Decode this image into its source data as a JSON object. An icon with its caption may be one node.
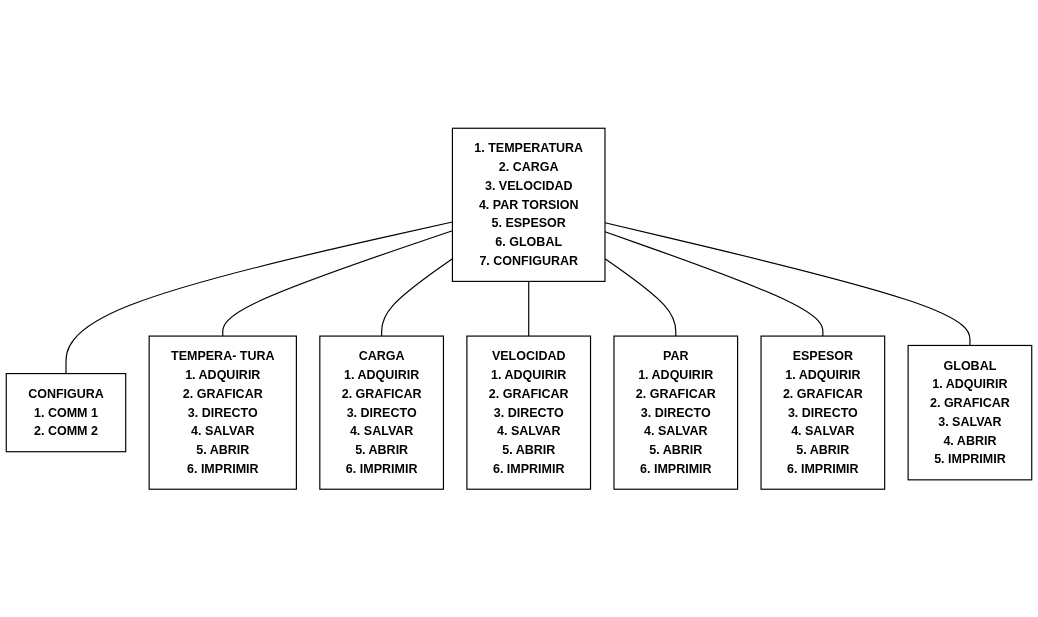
{
  "diagram": {
    "nodes": [
      {
        "text": [
          "1. TEMPERATURA",
          "2. CARGA",
          "3. VELOCIDAD",
          "4. PAR TORSION",
          "5. ESPESOR",
          "6. GLOBAL",
          "7. CONFIGURAR"
        ]
      },
      {
        "text": [
          "CONFIGURA",
          "1. COMM 1",
          "2. COMM 2"
        ]
      },
      {
        "text": [
          "TEMPERA- TURA",
          "1. ADQUIRIR",
          "2. GRAFICAR",
          "3. DIRECTO",
          "4. SALVAR",
          "5. ABRIR",
          "6. IMPRIMIR"
        ]
      },
      {
        "text": [
          "CARGA",
          "1. ADQUIRIR",
          "2. GRAFICAR",
          "3. DIRECTO",
          "4. SALVAR",
          "5. ABRIR",
          "6. IMPRIMIR"
        ]
      },
      {
        "text": [
          "VELOCIDAD",
          "1. ADQUIRIR",
          "2. GRAFICAR",
          "3. DIRECTO",
          "4. SALVAR",
          "5. ABRIR",
          "6. IMPRIMIR"
        ]
      },
      {
        "text": [
          "PAR",
          "1. ADQUIRIR",
          "2. GRAFICAR",
          "3. DIRECTO",
          "4. SALVAR",
          "5. ABRIR",
          "6. IMPRIMIR"
        ]
      },
      {
        "text": [
          "ESPESOR",
          "1. ADQUIRIR",
          "2. GRAFICAR",
          "3. DIRECTO",
          "4. SALVAR",
          "5. ABRIR",
          "6. IMPRIMIR"
        ]
      },
      {
        "text": [
          "GLOBAL",
          "1. ADQUIRIR",
          "2. GRAFICAR",
          "3. SALVAR",
          "4. ABRIR",
          "5. IMPRIMIR"
        ]
      }
    ],
    "edges": [
      {
        "from": 0,
        "to": 1,
        "arrow": "none"
      },
      {
        "from": 0,
        "to": 2,
        "arrow": "none"
      },
      {
        "from": 0,
        "to": 3,
        "arrow": "none"
      },
      {
        "from": 0,
        "to": 4,
        "arrow": "none"
      },
      {
        "from": 0,
        "to": 5,
        "arrow": "none"
      },
      {
        "from": 0,
        "to": 6,
        "arrow": "none"
      },
      {
        "from": 0,
        "to": 7,
        "arrow": "none"
      }
    ]
  }
}
